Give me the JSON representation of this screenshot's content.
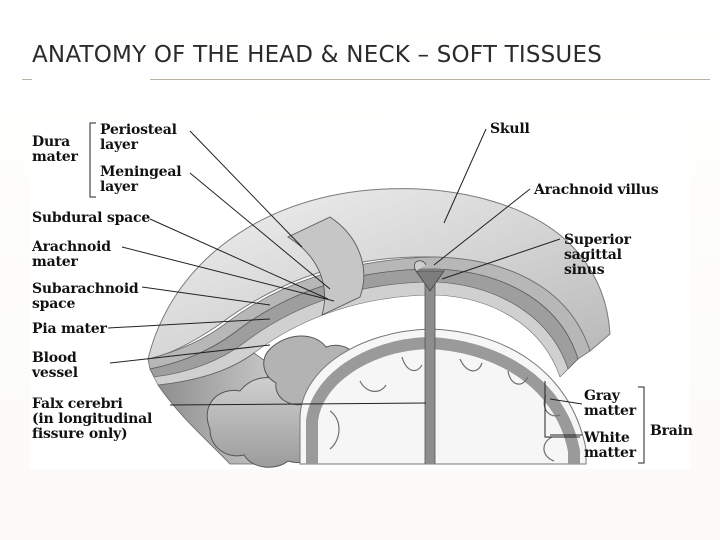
{
  "slide": {
    "title": "ANATOMY OF THE HEAD & NECK – SOFT TISSUES"
  },
  "diagram": {
    "labels": {
      "dura_mater": "Dura\nmater",
      "periosteal_layer": "Periosteal\nlayer",
      "meningeal_layer": "Meningeal\nlayer",
      "subdural_space": "Subdural space",
      "arachnoid_mater": "Arachnoid\nmater",
      "subarachnoid_space": "Subarachnoid\nspace",
      "pia_mater": "Pia mater",
      "blood_vessel": "Blood\nvessel",
      "falx_cerebri": "Falx cerebri\n(in longitudinal\nfissure only)",
      "skull": "Skull",
      "arachnoid_villus": "Arachnoid villus",
      "superior_sagittal_sinus": "Superior sagittal\nsinus",
      "gray_matter": "Gray\nmatter",
      "white_matter": "White\nmatter",
      "brain": "Brain"
    },
    "colors": {
      "skull": "#d9d9d9",
      "dura": "#a9a9a9",
      "brain": "#bdbdbd",
      "white_matter": "#f4f4f4",
      "leader_lines": "#222222"
    }
  }
}
